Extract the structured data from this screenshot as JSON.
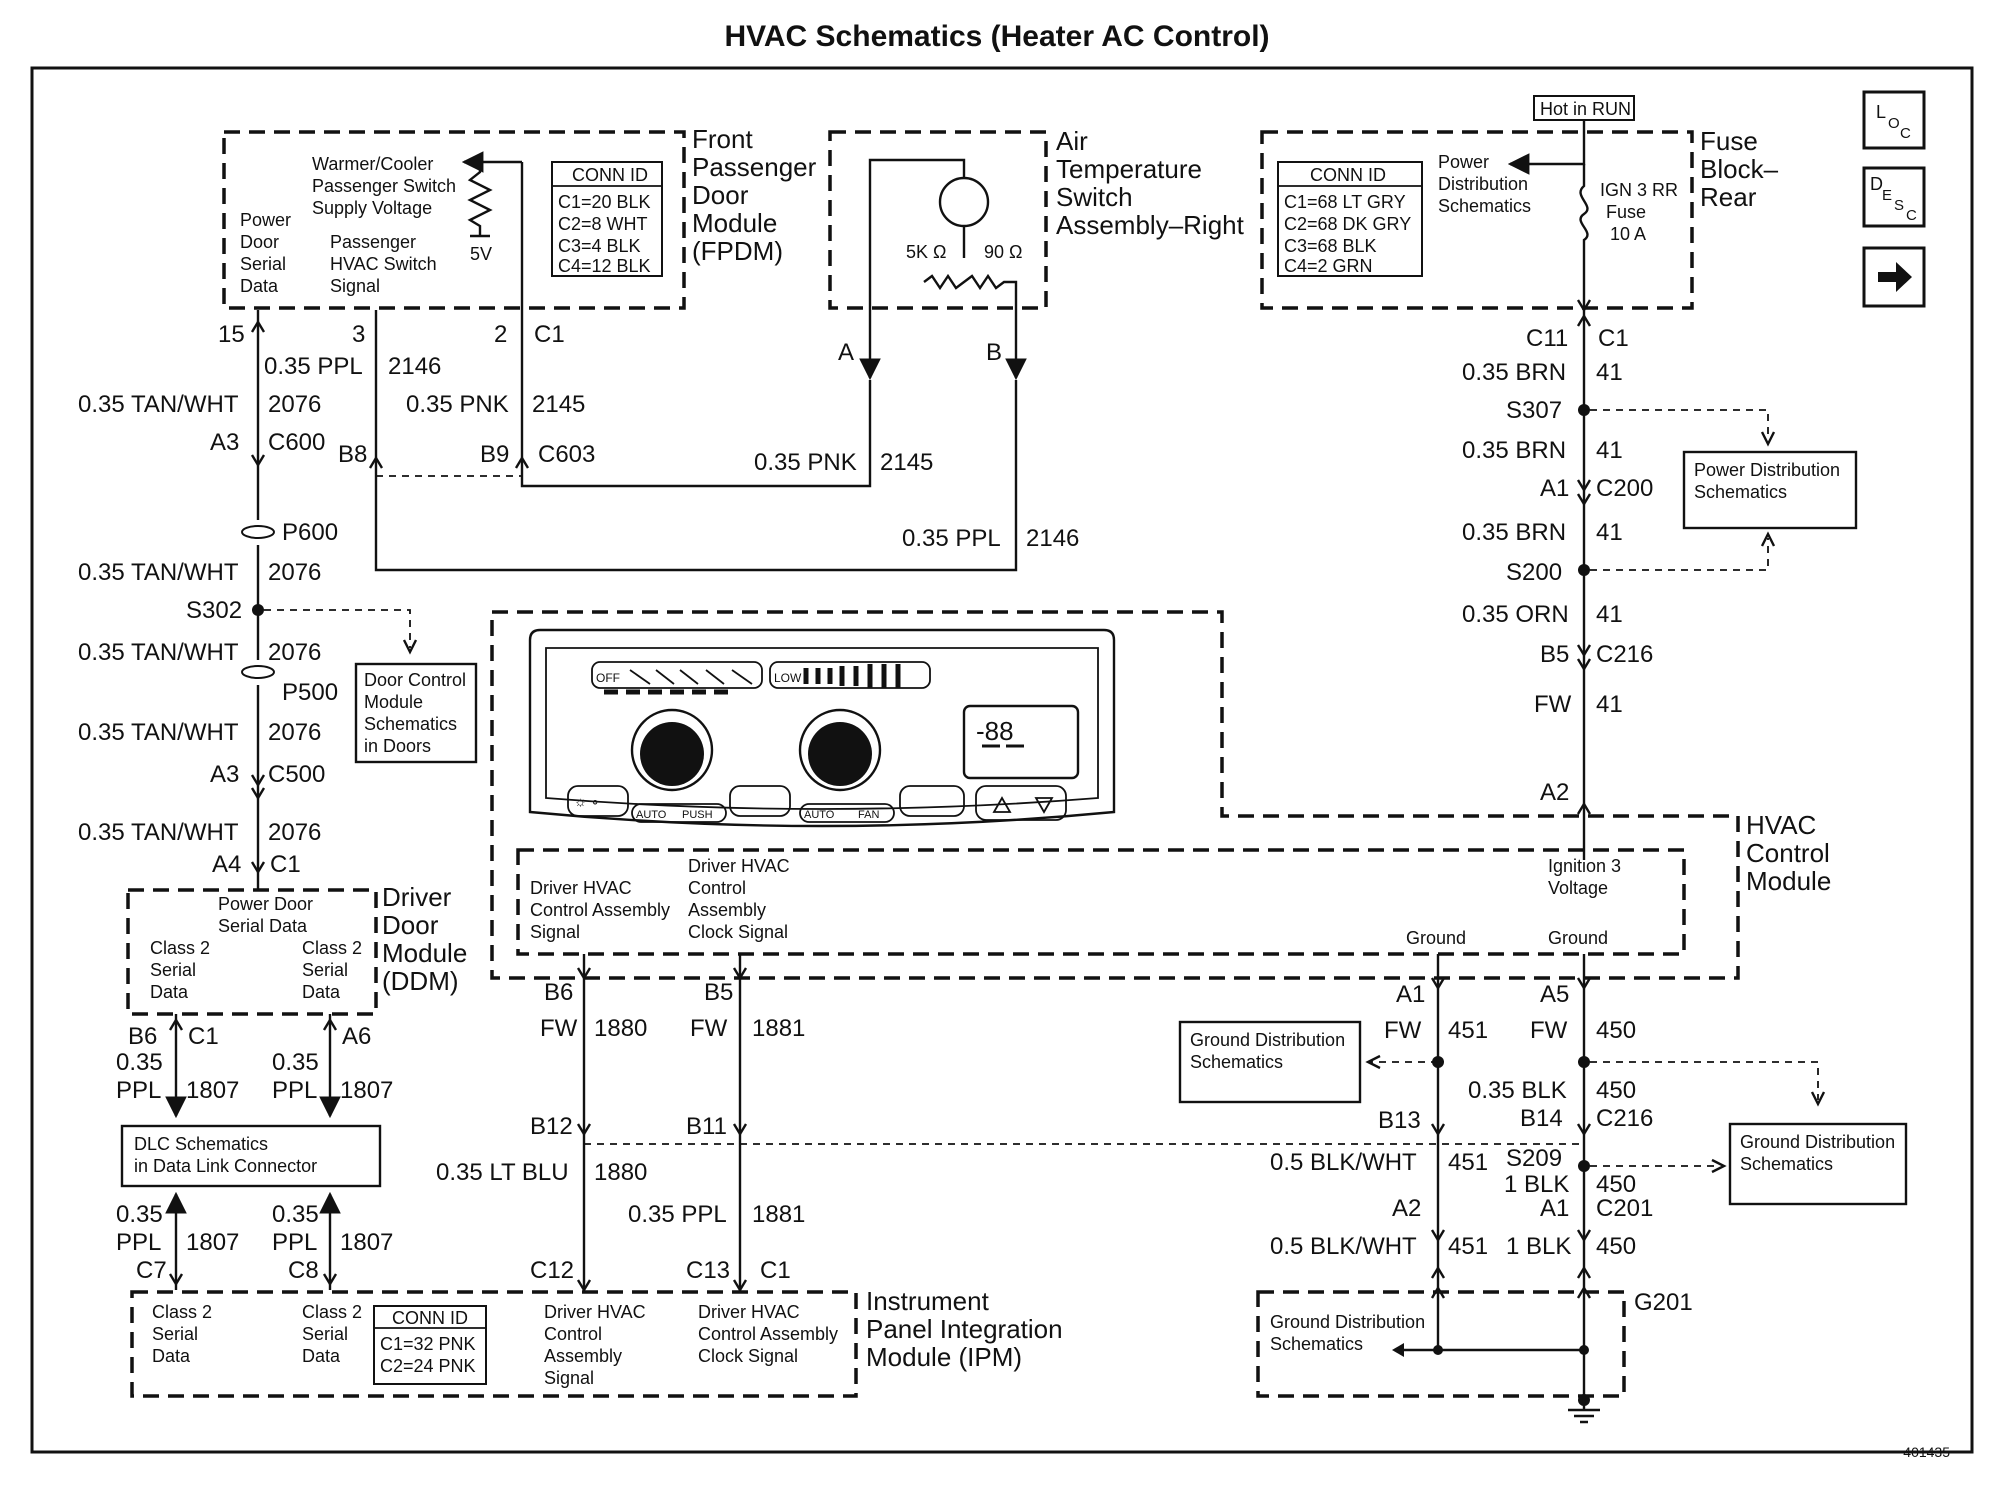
{
  "title": "HVAC Schematics (Heater AC Control)",
  "doc_number": "401435",
  "nav": {
    "loc_main": "L",
    "loc_sub1": "O",
    "loc_sub2": "C",
    "desc_main": "D",
    "desc_sub1": "E",
    "desc_sub2": "S",
    "desc_sub3": "C",
    "next_arrow": "arrow-right-icon"
  },
  "fpdm": {
    "title1": "Front",
    "title2": "Passenger",
    "title3": "Door",
    "title4": "Module",
    "title5": "(FPDM)",
    "warmer1": "Warmer/Cooler",
    "warmer2": "Passenger Switch",
    "warmer3": "Supply Voltage",
    "power1": "Power",
    "power2": "Door",
    "power3": "Serial",
    "power4": "Data",
    "pass1": "Passenger",
    "pass2": "HVAC Switch",
    "pass3": "Signal",
    "volt": "5V",
    "conn_hdr": "CONN ID",
    "conn1": "C1=20 BLK",
    "conn2": "C2=8 WHT",
    "conn3": "C3=4 BLK",
    "conn4": "C4=12 BLK"
  },
  "ats": {
    "title1": "Air",
    "title2": "Temperature",
    "title3": "Switch",
    "title4": "Assembly–Right",
    "r1": "5K Ω",
    "r2": "90 Ω",
    "pinA": "A",
    "pinB": "B"
  },
  "fuse": {
    "hot": "Hot in RUN",
    "title1": "Fuse",
    "title2": "Block–",
    "title3": "Rear",
    "conn_hdr": "CONN ID",
    "conn1": "C1=68 LT GRY",
    "conn2": "C2=68 DK GRY",
    "conn3": "C3=68 BLK",
    "conn4": "C4=2 GRN",
    "pd1": "Power",
    "pd2": "Distribution",
    "pd3": "Schematics",
    "ign1": "IGN 3 RR",
    "ign2": "Fuse",
    "ign3": "10 A"
  },
  "left_wires": {
    "p15": "15",
    "p3": "3",
    "p2": "2",
    "c1": "C1",
    "w_ppl": "0.35 PPL",
    "c2146": "2146",
    "w_tan1": "0.35 TAN/WHT",
    "c2076a": "2076",
    "w_pnk": "0.35 PNK",
    "c2145": "2145",
    "a3": "A3",
    "c600": "C600",
    "b8": "B8",
    "b9": "B9",
    "c603": "C603",
    "p600": "P600",
    "w_tan2": "0.35 TAN/WHT",
    "c2076b": "2076",
    "s302": "S302",
    "w_tan3": "0.35 TAN/WHT",
    "c2076c": "2076",
    "p500": "P500",
    "w_tan4": "0.35 TAN/WHT",
    "c2076d": "2076",
    "a3b": "A3",
    "c500": "C500",
    "w_tan5": "0.35 TAN/WHT",
    "c2076e": "2076",
    "a4": "A4",
    "c1b": "C1",
    "dcm1": "Door Control",
    "dcm2": "Module",
    "dcm3": "Schematics",
    "dcm4": "in Doors"
  },
  "mid_wires": {
    "w_pnk": "0.35 PNK",
    "c2145": "2145",
    "w_ppl": "0.35 PPL",
    "c2146": "2146"
  },
  "right_wires": {
    "c11": "C11",
    "c1": "C1",
    "w_brn1": "0.35 BRN",
    "c41a": "41",
    "s307": "S307",
    "w_brn2": "0.35 BRN",
    "c41b": "41",
    "a1": "A1",
    "c200": "C200",
    "w_brn3": "0.35 BRN",
    "c41c": "41",
    "s200": "S200",
    "w_orn": "0.35 ORN",
    "c41d": "41",
    "b5": "B5",
    "c216": "C216",
    "fw": "FW",
    "c41e": "41",
    "a2": "A2",
    "pds1": "Power Distribution",
    "pds2": "Schematics"
  },
  "hvac": {
    "title1": "HVAC",
    "title2": "Control",
    "title3": "Module",
    "dhvac1": "Driver HVAC",
    "dhvac2": "Control Assembly",
    "dhvac3": "Signal",
    "dclk1": "Driver HVAC",
    "dclk2": "Control",
    "dclk3": "Assembly",
    "dclk4": "Clock Signal",
    "ign1": "Ignition 3",
    "ign2": "Voltage",
    "gnd1": "Ground",
    "gnd2": "Ground",
    "panel_off": "OFF",
    "panel_low": "LOW",
    "panel_display": "-88",
    "panel_auto1": "AUTO",
    "panel_push": "PUSH",
    "panel_auto2": "AUTO",
    "panel_fan": "FAN"
  },
  "ddm": {
    "title1": "Driver",
    "title2": "Door",
    "title3": "Module",
    "title4": "(DDM)",
    "psd1": "Power Door",
    "psd2": "Serial Data",
    "cls_l1": "Class 2",
    "cls_l2": "Serial",
    "cls_l3": "Data",
    "cls_r1": "Class 2",
    "cls_r2": "Serial",
    "cls_r3": "Data",
    "b6": "B6",
    "c1": "C1",
    "a6": "A6",
    "w1a": "0.35",
    "w1b": "PPL",
    "c1807a": "1807",
    "w2a": "0.35",
    "w2b": "PPL",
    "c1807b": "1807"
  },
  "dlc": {
    "t1": "DLC Schematics",
    "t2": "in Data Link Connector"
  },
  "lower_left": {
    "w1a": "0.35",
    "w1b": "PPL",
    "c1807a": "1807",
    "w2a": "0.35",
    "w2b": "PPL",
    "c1807b": "1807",
    "c7": "C7",
    "c8": "C8"
  },
  "center_wires": {
    "b6": "B6",
    "b5": "B5",
    "fw1": "FW",
    "c1880a": "1880",
    "fw2": "FW",
    "c1881a": "1881",
    "b12": "B12",
    "b11": "B11",
    "w_ltblu": "0.35 LT BLU",
    "c1880b": "1880",
    "w_ppl": "0.35 PPL",
    "c1881b": "1881",
    "c12": "C12",
    "c13": "C13",
    "c1": "C1"
  },
  "ipm": {
    "title1": "Instrument",
    "title2": "Panel Integration",
    "title3": "Module (IPM)",
    "cls_l1": "Class 2",
    "cls_l2": "Serial",
    "cls_l3": "Data",
    "cls_r1": "Class 2",
    "cls_r2": "Serial",
    "cls_r3": "Data",
    "conn_hdr": "CONN ID",
    "conn1": "C1=32 PNK",
    "conn2": "C2=24 PNK",
    "dsig1": "Driver HVAC",
    "dsig2": "Control",
    "dsig3": "Assembly",
    "dsig4": "Signal",
    "dclk1": "Driver HVAC",
    "dclk2": "Control Assembly",
    "dclk3": "Clock Signal"
  },
  "ground": {
    "a1": "A1",
    "a5": "A5",
    "fw1": "FW",
    "c451a": "451",
    "fw2": "FW",
    "c450a": "450",
    "w_blk1": "0.35 BLK",
    "c450b": "450",
    "b13": "B13",
    "b14": "B14",
    "c216": "C216",
    "w_bw1": "0.5 BLK/WHT",
    "c451b": "451",
    "s209": "S209",
    "w_1blk1": "1 BLK",
    "c450c": "450",
    "a2": "A2",
    "a1b": "A1",
    "c201": "C201",
    "w_bw2": "0.5 BLK/WHT",
    "c451c": "451",
    "w_1blk2": "1 BLK",
    "c450d": "450",
    "g201": "G201",
    "gds_l1": "Ground Distribution",
    "gds_l2": "Schematics",
    "gds_r1": "Ground Distribution",
    "gds_r2": "Schematics",
    "gds_b1": "Ground Distribution",
    "gds_b2": "Schematics"
  }
}
